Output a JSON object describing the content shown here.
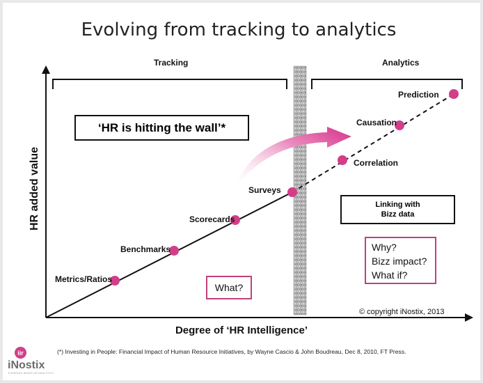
{
  "title": "Evolving from tracking to analytics",
  "brackets": {
    "tracking": "Tracking",
    "analytics": "Analytics"
  },
  "quote": "‘HR is hitting the wall’*",
  "y_axis_label": "HR added value",
  "x_axis_label": "Degree of ‘HR Intelligence’",
  "milestones": [
    {
      "label": "Metrics/Ratios"
    },
    {
      "label": "Benchmarks"
    },
    {
      "label": "Scorecards"
    },
    {
      "label": "Surveys"
    },
    {
      "label": "Correlation"
    },
    {
      "label": "Causation"
    },
    {
      "label": "Prediction"
    }
  ],
  "linking_box": {
    "line1": "Linking with",
    "line2": "Bizz data"
  },
  "why_box": {
    "line1": "Why?",
    "line2": "Bizz impact?",
    "line3": "What if?"
  },
  "what_box": "What?",
  "copyright": "© copyright iNostix, 2013",
  "footnote": "(*) Investing in People: Financial Impact of Human Resource Initiatives, by Wayne Cascio & John Boudreau, Dec 8, 2010, FT Press.",
  "logo": {
    "mark": "iir",
    "name": "iNostix",
    "tagline": "EVIDENCE-BASED HR ANALYTICS"
  },
  "colors": {
    "dot": "#d23e8a",
    "arrow": "#d8308a",
    "box_border": "#c0407e",
    "wall": "#a9a9a9"
  }
}
